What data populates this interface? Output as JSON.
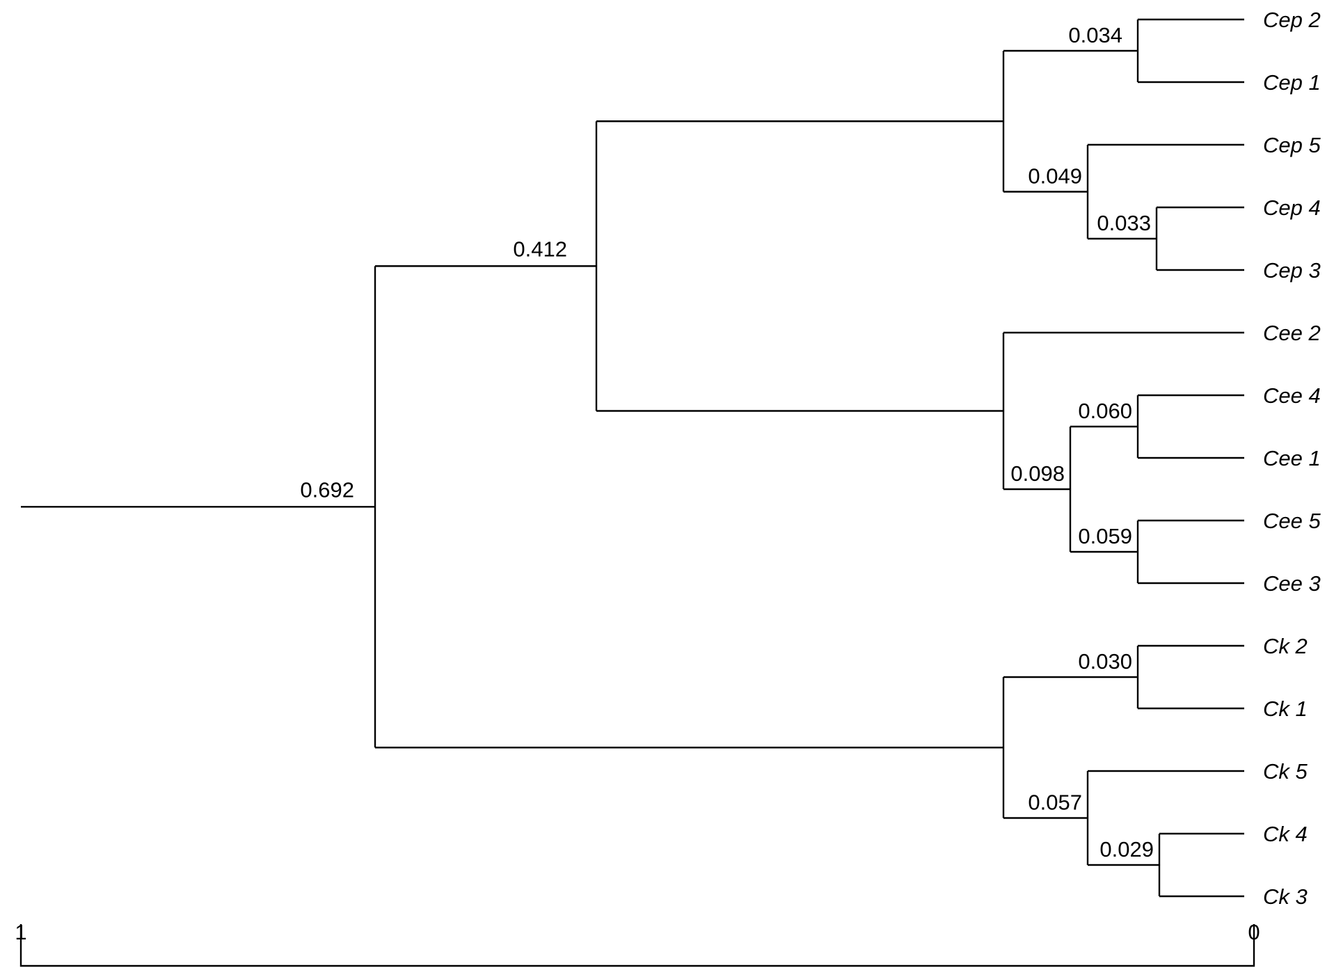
{
  "dendrogram": {
    "scale": {
      "left_label": "1",
      "right_label": "0",
      "max": 1,
      "min": 0
    },
    "leaves": [
      "Cep 2",
      "Cep 1",
      "Cep 5",
      "Cep 4",
      "Cep 3",
      "Cee 2",
      "Cee 4",
      "Cee 1",
      "Cee 5",
      "Cee 3",
      "Ck 2",
      "Ck 1",
      "Ck 5",
      "Ck 4",
      "Ck 3"
    ],
    "nodes": [
      {
        "id": "root",
        "label": "0.692",
        "children": [
          "n412",
          "nCk"
        ]
      },
      {
        "id": "n412",
        "label": "0.412",
        "children": [
          "nCep",
          "nCee"
        ]
      },
      {
        "id": "nCep",
        "label": "",
        "children": [
          "n034",
          "n049"
        ]
      },
      {
        "id": "n034",
        "label": "0.034",
        "children": [
          "Cep 2",
          "Cep 1"
        ]
      },
      {
        "id": "n049",
        "label": "0.049",
        "children": [
          "Cep 5",
          "n033"
        ]
      },
      {
        "id": "n033",
        "label": "0.033",
        "children": [
          "Cep 4",
          "Cep 3"
        ]
      },
      {
        "id": "nCee",
        "label": "",
        "children": [
          "Cee 2",
          "n098"
        ]
      },
      {
        "id": "n098",
        "label": "0.098",
        "children": [
          "n060",
          "n059"
        ]
      },
      {
        "id": "n060",
        "label": "0.060",
        "children": [
          "Cee 4",
          "Cee 1"
        ]
      },
      {
        "id": "n059",
        "label": "0.059",
        "children": [
          "Cee 5",
          "Cee 3"
        ]
      },
      {
        "id": "nCk",
        "label": "",
        "children": [
          "n030",
          "n057"
        ]
      },
      {
        "id": "n030",
        "label": "0.030",
        "children": [
          "Ck 2",
          "Ck 1"
        ]
      },
      {
        "id": "n057",
        "label": "0.057",
        "children": [
          "Ck 5",
          "n029"
        ]
      },
      {
        "id": "n029",
        "label": "0.029",
        "children": [
          "Ck 4",
          "Ck 3"
        ]
      }
    ]
  }
}
